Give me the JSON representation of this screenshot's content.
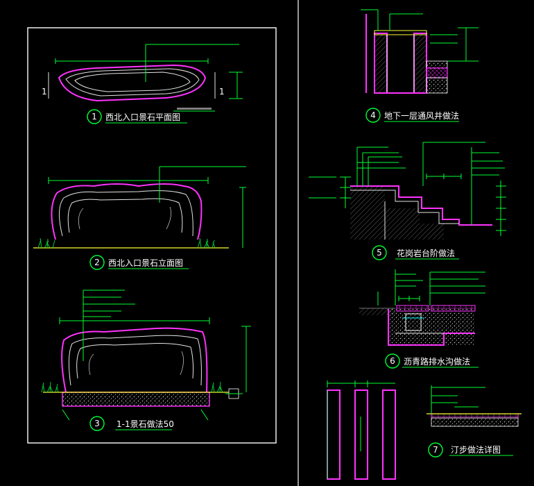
{
  "details": [
    {
      "num": "1",
      "title": "西北入口景石平面图"
    },
    {
      "num": "2",
      "title": "西北入口景石立面图"
    },
    {
      "num": "3",
      "title": "1-1景石做法50"
    },
    {
      "num": "4",
      "title": "地下一层通风井做法"
    },
    {
      "num": "5",
      "title": "花岗岩台阶做法"
    },
    {
      "num": "6",
      "title": "沥青路排水沟做法"
    },
    {
      "num": "7",
      "title": "汀步做法详图"
    }
  ],
  "section_marks": {
    "left": "1",
    "right": "1"
  },
  "colors": {
    "background": "#000000",
    "frame": "#ffffff",
    "leader_green": "#00ff33",
    "outline_magenta": "#ff33ff",
    "ground_yellow": "#ffff33"
  }
}
